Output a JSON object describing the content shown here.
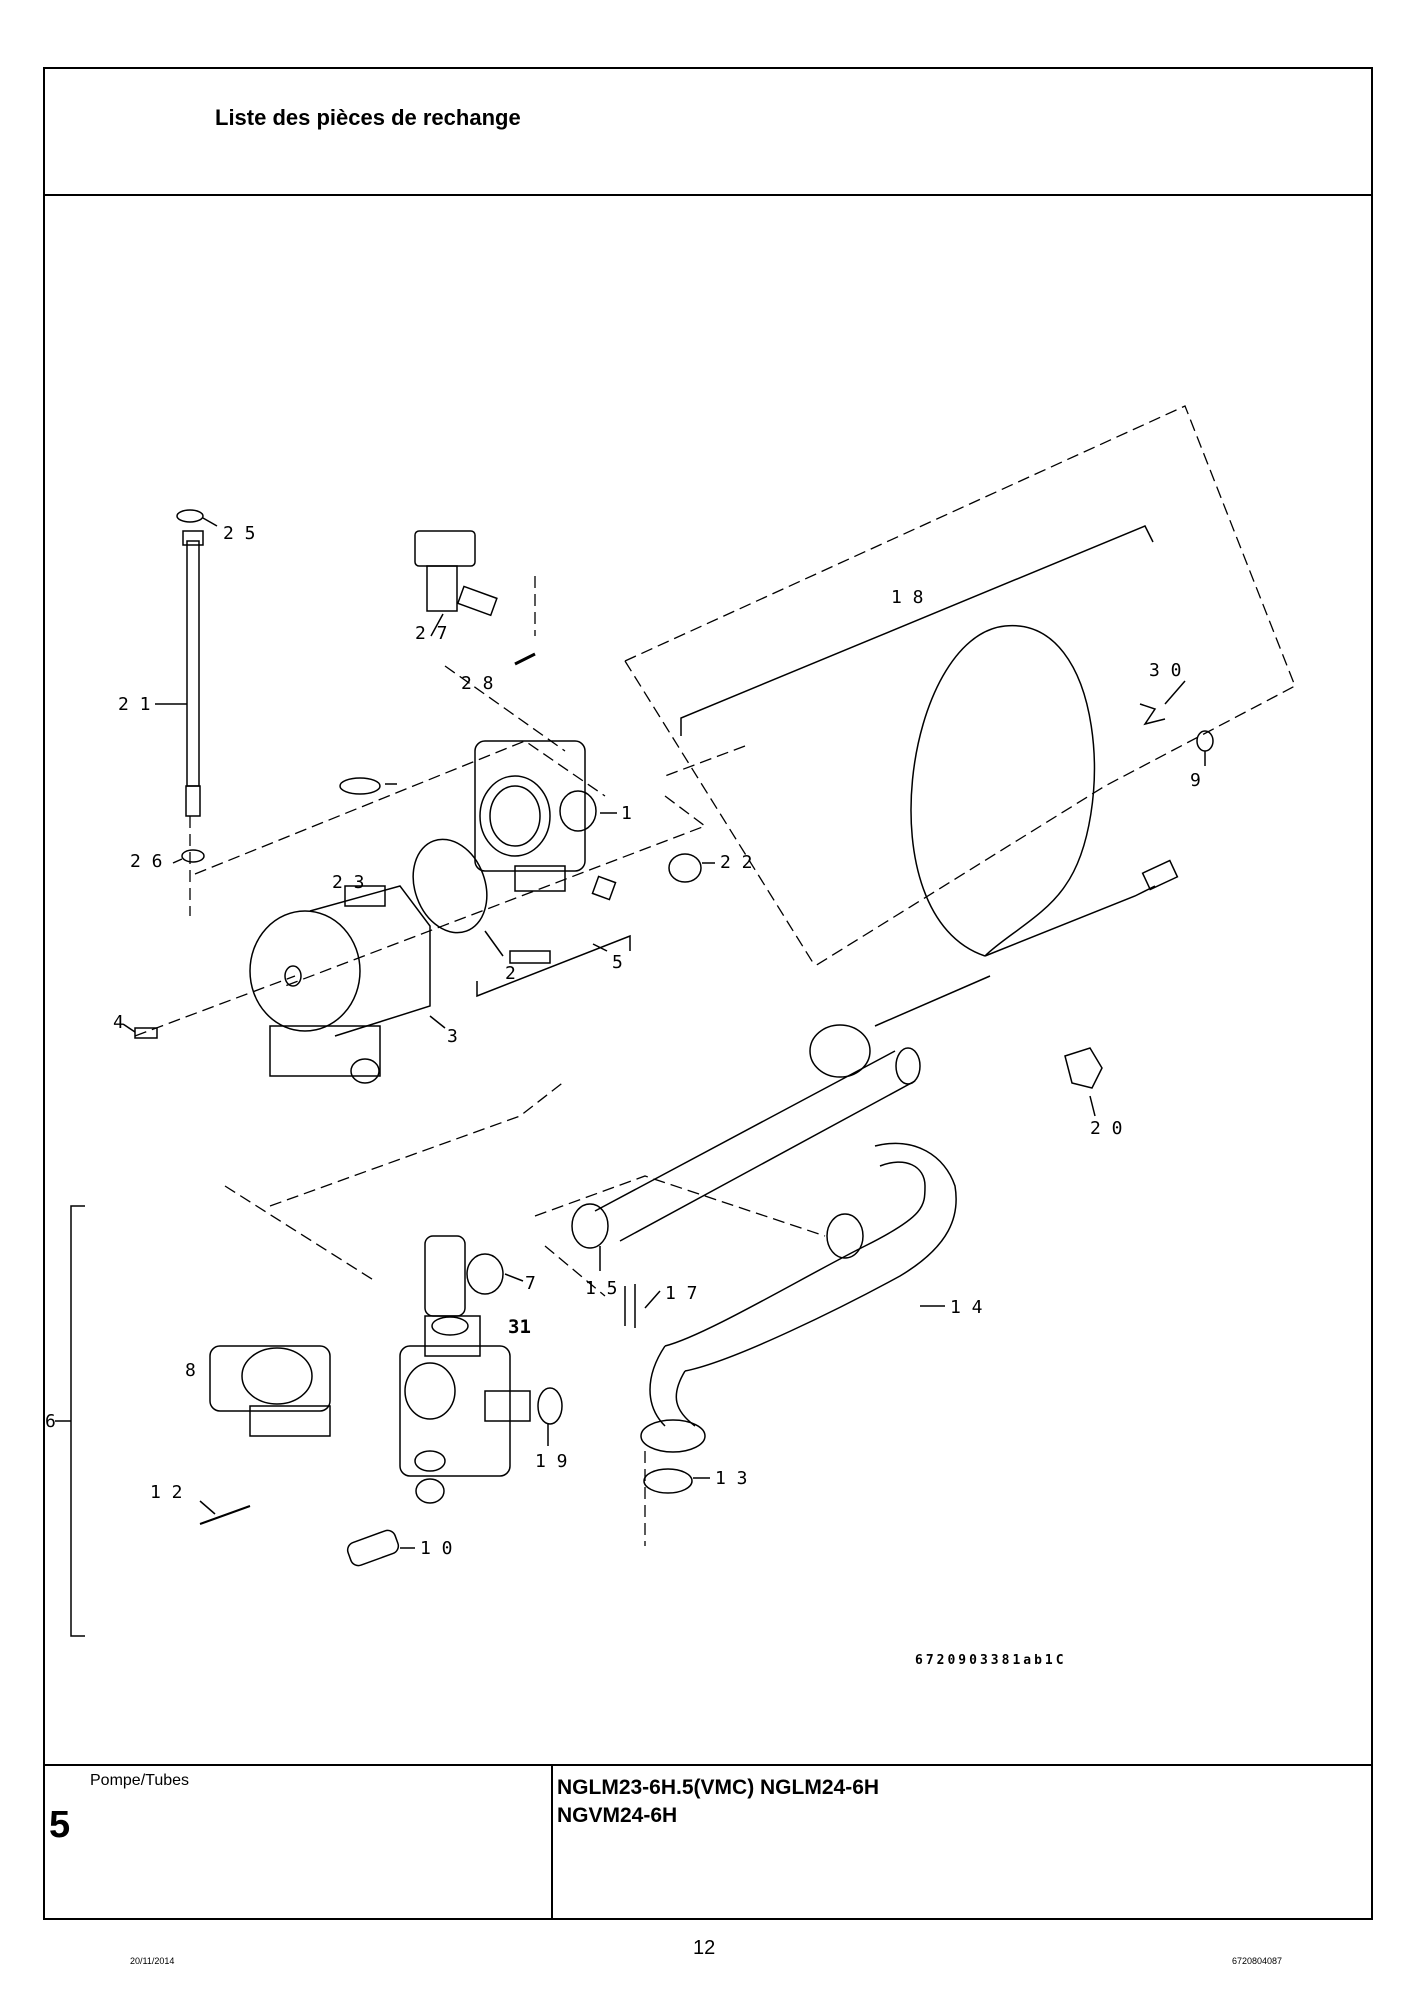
{
  "header": {
    "title": "Liste des pièces de rechange"
  },
  "diagram": {
    "callouts": [
      {
        "id": "c25",
        "label": "2 5"
      },
      {
        "id": "c27",
        "label": "2 7"
      },
      {
        "id": "c28",
        "label": "2 8"
      },
      {
        "id": "c18",
        "label": "1 8"
      },
      {
        "id": "c30",
        "label": "3 0"
      },
      {
        "id": "c9",
        "label": "9"
      },
      {
        "id": "c21",
        "label": "2 1"
      },
      {
        "id": "c26",
        "label": "2 6"
      },
      {
        "id": "c23",
        "label": "2 3"
      },
      {
        "id": "c1",
        "label": "1"
      },
      {
        "id": "c22",
        "label": "2 2"
      },
      {
        "id": "c2",
        "label": "2"
      },
      {
        "id": "c5",
        "label": "5"
      },
      {
        "id": "c4",
        "label": "4"
      },
      {
        "id": "c3",
        "label": "3"
      },
      {
        "id": "c20",
        "label": "2 0"
      },
      {
        "id": "c7",
        "label": "7"
      },
      {
        "id": "c15",
        "label": "1 5"
      },
      {
        "id": "c31",
        "label": "31"
      },
      {
        "id": "c17",
        "label": "1 7"
      },
      {
        "id": "c14",
        "label": "1 4"
      },
      {
        "id": "c8",
        "label": "8"
      },
      {
        "id": "c6",
        "label": "6"
      },
      {
        "id": "c19",
        "label": "1 9"
      },
      {
        "id": "c12",
        "label": "1 2"
      },
      {
        "id": "c13",
        "label": "1 3"
      },
      {
        "id": "c10",
        "label": "1 0"
      }
    ],
    "drawing_ref": "6720903381ab1C"
  },
  "footer": {
    "section_name": "Pompe/Tubes",
    "section_number": "5",
    "models_line1": "NGLM23-6H.5(VMC) NGLM24-6H",
    "models_line2": "NGVM24-6H"
  },
  "page_footer": {
    "date": "20/11/2014",
    "page": "12",
    "reference": "6720804087"
  }
}
